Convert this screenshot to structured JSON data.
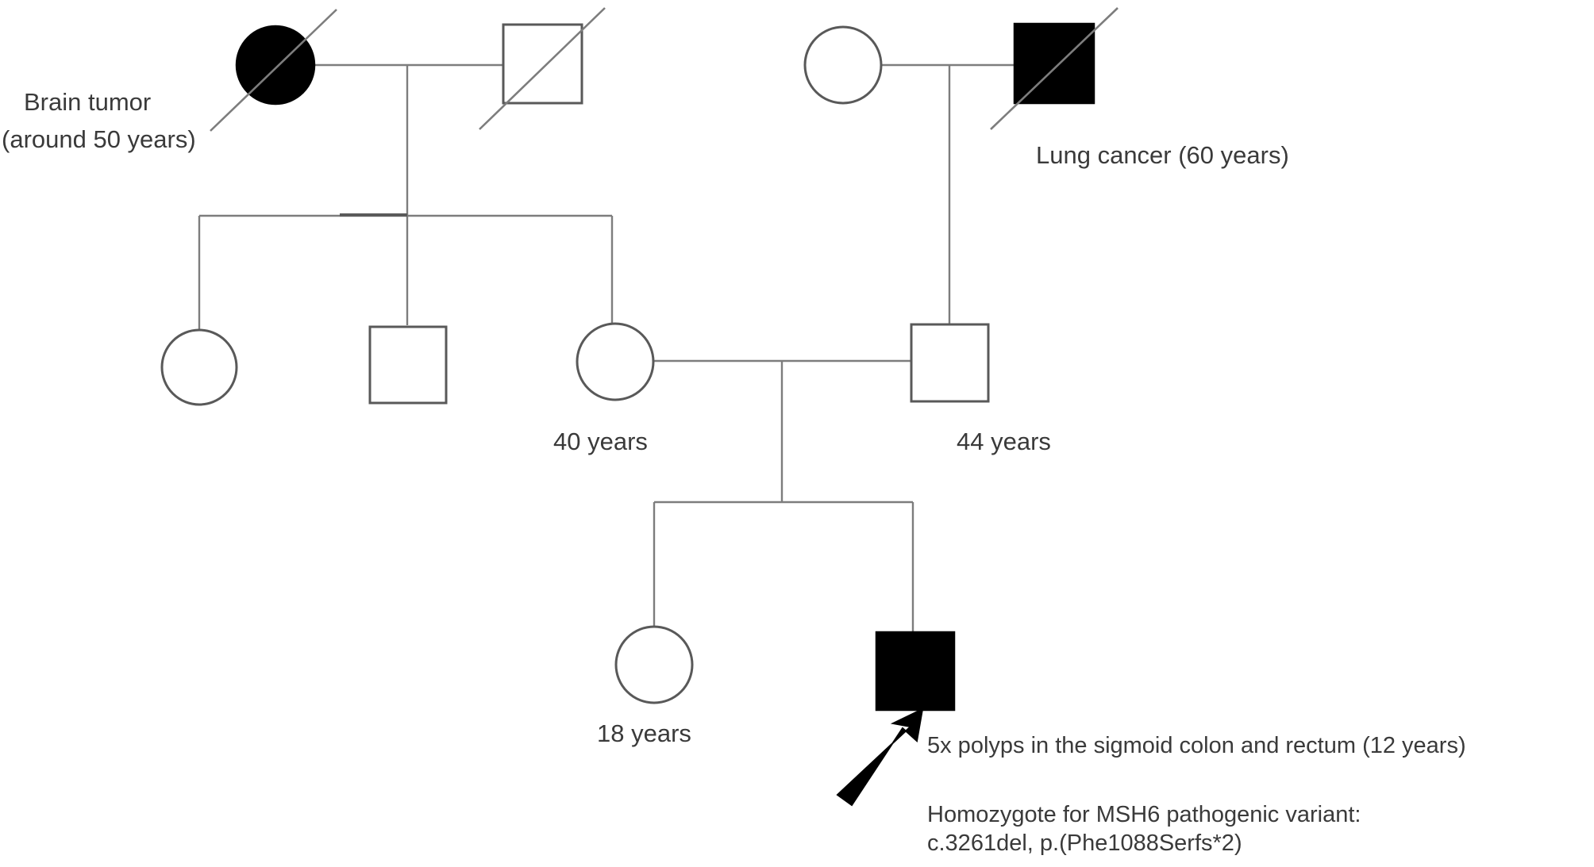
{
  "diagram": {
    "type": "pedigree-chart",
    "title": "Family pedigree with MSH6 constitutional mismatch repair deficiency",
    "colors": {
      "line": "#6e6e6e",
      "affected_fill": "#000000",
      "unaffected_fill": "#ffffff",
      "symbol_stroke": "#595959",
      "text": "#3a3a3a",
      "background": "#ffffff",
      "arrow": "#000000"
    },
    "legend_meaning": {
      "circle": "female",
      "square": "male",
      "filled": "affected",
      "slash": "deceased",
      "arrow": "proband"
    }
  },
  "labels": {
    "brain_tumor_line1": "Brain tumor",
    "brain_tumor_line2": "(around 50 years)",
    "lung_cancer": "Lung cancer (60 years)",
    "mother_age": "40 years",
    "father_age": "44 years",
    "daughter_age": "18 years",
    "proband_phenotype": "5x polyps in the sigmoid colon and rectum (12 years)",
    "proband_genotype_line1": "Homozygote for MSH6 pathogenic variant:",
    "proband_genotype_line2": "c.3261del, p.(Phe1088Serfs*2)"
  },
  "individuals": [
    {
      "id": "I-1",
      "generation": 1,
      "sex": "female",
      "shape": "circle",
      "affected": true,
      "deceased": true,
      "annotation": "Brain tumor (around 50 years)"
    },
    {
      "id": "I-2",
      "generation": 1,
      "sex": "male",
      "shape": "square",
      "affected": false,
      "deceased": true,
      "annotation": ""
    },
    {
      "id": "I-3",
      "generation": 1,
      "sex": "female",
      "shape": "circle",
      "affected": false,
      "deceased": false,
      "annotation": ""
    },
    {
      "id": "I-4",
      "generation": 1,
      "sex": "male",
      "shape": "square",
      "affected": true,
      "deceased": true,
      "annotation": "Lung cancer (60 years)"
    },
    {
      "id": "II-1",
      "generation": 2,
      "sex": "female",
      "shape": "circle",
      "affected": false,
      "deceased": false,
      "annotation": ""
    },
    {
      "id": "II-2",
      "generation": 2,
      "sex": "male",
      "shape": "square",
      "affected": false,
      "deceased": false,
      "annotation": ""
    },
    {
      "id": "II-3",
      "generation": 2,
      "sex": "female",
      "shape": "circle",
      "affected": false,
      "deceased": false,
      "annotation": "40 years"
    },
    {
      "id": "II-4",
      "generation": 2,
      "sex": "male",
      "shape": "square",
      "affected": false,
      "deceased": false,
      "annotation": "44 years"
    },
    {
      "id": "III-1",
      "generation": 3,
      "sex": "female",
      "shape": "circle",
      "affected": false,
      "deceased": false,
      "annotation": "18 years"
    },
    {
      "id": "III-2",
      "generation": 3,
      "sex": "male",
      "shape": "square",
      "affected": true,
      "deceased": false,
      "proband": true,
      "annotation": "5x polyps in the sigmoid colon and rectum (12 years); Homozygote for MSH6 pathogenic variant: c.3261del, p.(Phe1088Serfs*2)"
    }
  ],
  "matings": [
    {
      "id": "mating-1",
      "partners": [
        "I-1",
        "I-2"
      ],
      "children": [
        "II-1",
        "II-2",
        "II-3"
      ]
    },
    {
      "id": "mating-2",
      "partners": [
        "I-3",
        "I-4"
      ],
      "children": [
        "II-4"
      ]
    },
    {
      "id": "mating-3",
      "partners": [
        "II-3",
        "II-4"
      ],
      "children": [
        "III-1",
        "III-2"
      ]
    }
  ]
}
